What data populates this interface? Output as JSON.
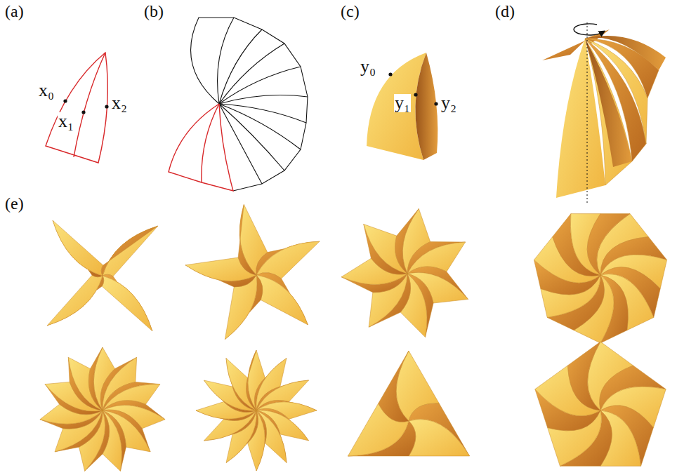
{
  "diagram": {
    "labels": [
      "(a)",
      "(b)",
      "(c)",
      "(d)",
      "(e)",
      "x₀",
      "x₁",
      "x₂",
      "y₀",
      "y₁",
      "y₂"
    ]
  }
}
